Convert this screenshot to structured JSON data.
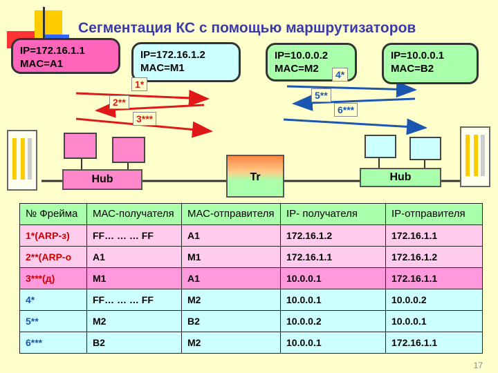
{
  "title": "Сегментация КС с помощью маршрутизаторов",
  "bubbles": [
    {
      "ip": "IP=172.16.1.1",
      "mac": "MAC=A1"
    },
    {
      "ip": "IP=172.16.1.2",
      "mac": "MAC=M1"
    },
    {
      "ip": "IP=10.0.0.2",
      "mac": "MAC=M2"
    },
    {
      "ip": "IP=10.0.0.1",
      "mac": "MAC=B2"
    }
  ],
  "frame_labels": [
    "1*",
    "2**",
    "3***",
    "4*",
    "5**",
    "6***"
  ],
  "devices": {
    "hub_left": "Hub",
    "router": "Tr",
    "hub_right": "Hub"
  },
  "table": {
    "headers": [
      "№ Фрейма",
      "МАС-получателя",
      "МАС-отправителя",
      "IP- получателя",
      "IP-отправителя"
    ],
    "rows": [
      [
        "1*(ARP-з)",
        "FF… … … FF",
        "A1",
        "172.16.1.2",
        "172.16.1.1"
      ],
      [
        "2**(ARP-о",
        "A1",
        "M1",
        "172.16.1.1",
        "172.16.1.2"
      ],
      [
        "3***(д)",
        "M1",
        "A1",
        "10.0.0.1",
        "172.16.1.1"
      ],
      [
        "4*",
        "FF… … … FF",
        "M2",
        "10.0.0.1",
        "10.0.0.2"
      ],
      [
        "5**",
        "M2",
        "B2",
        "10.0.0.2",
        "10.0.0.1"
      ],
      [
        "6***",
        "B2",
        "M2",
        "10.0.0.1",
        "172.16.1.1"
      ]
    ]
  },
  "page_number": "17",
  "colors": {
    "title": "#3a3aa8",
    "red_arrow": "#e01818",
    "blue_arrow": "#1b56b0",
    "header_bg": "#aaffaa"
  }
}
